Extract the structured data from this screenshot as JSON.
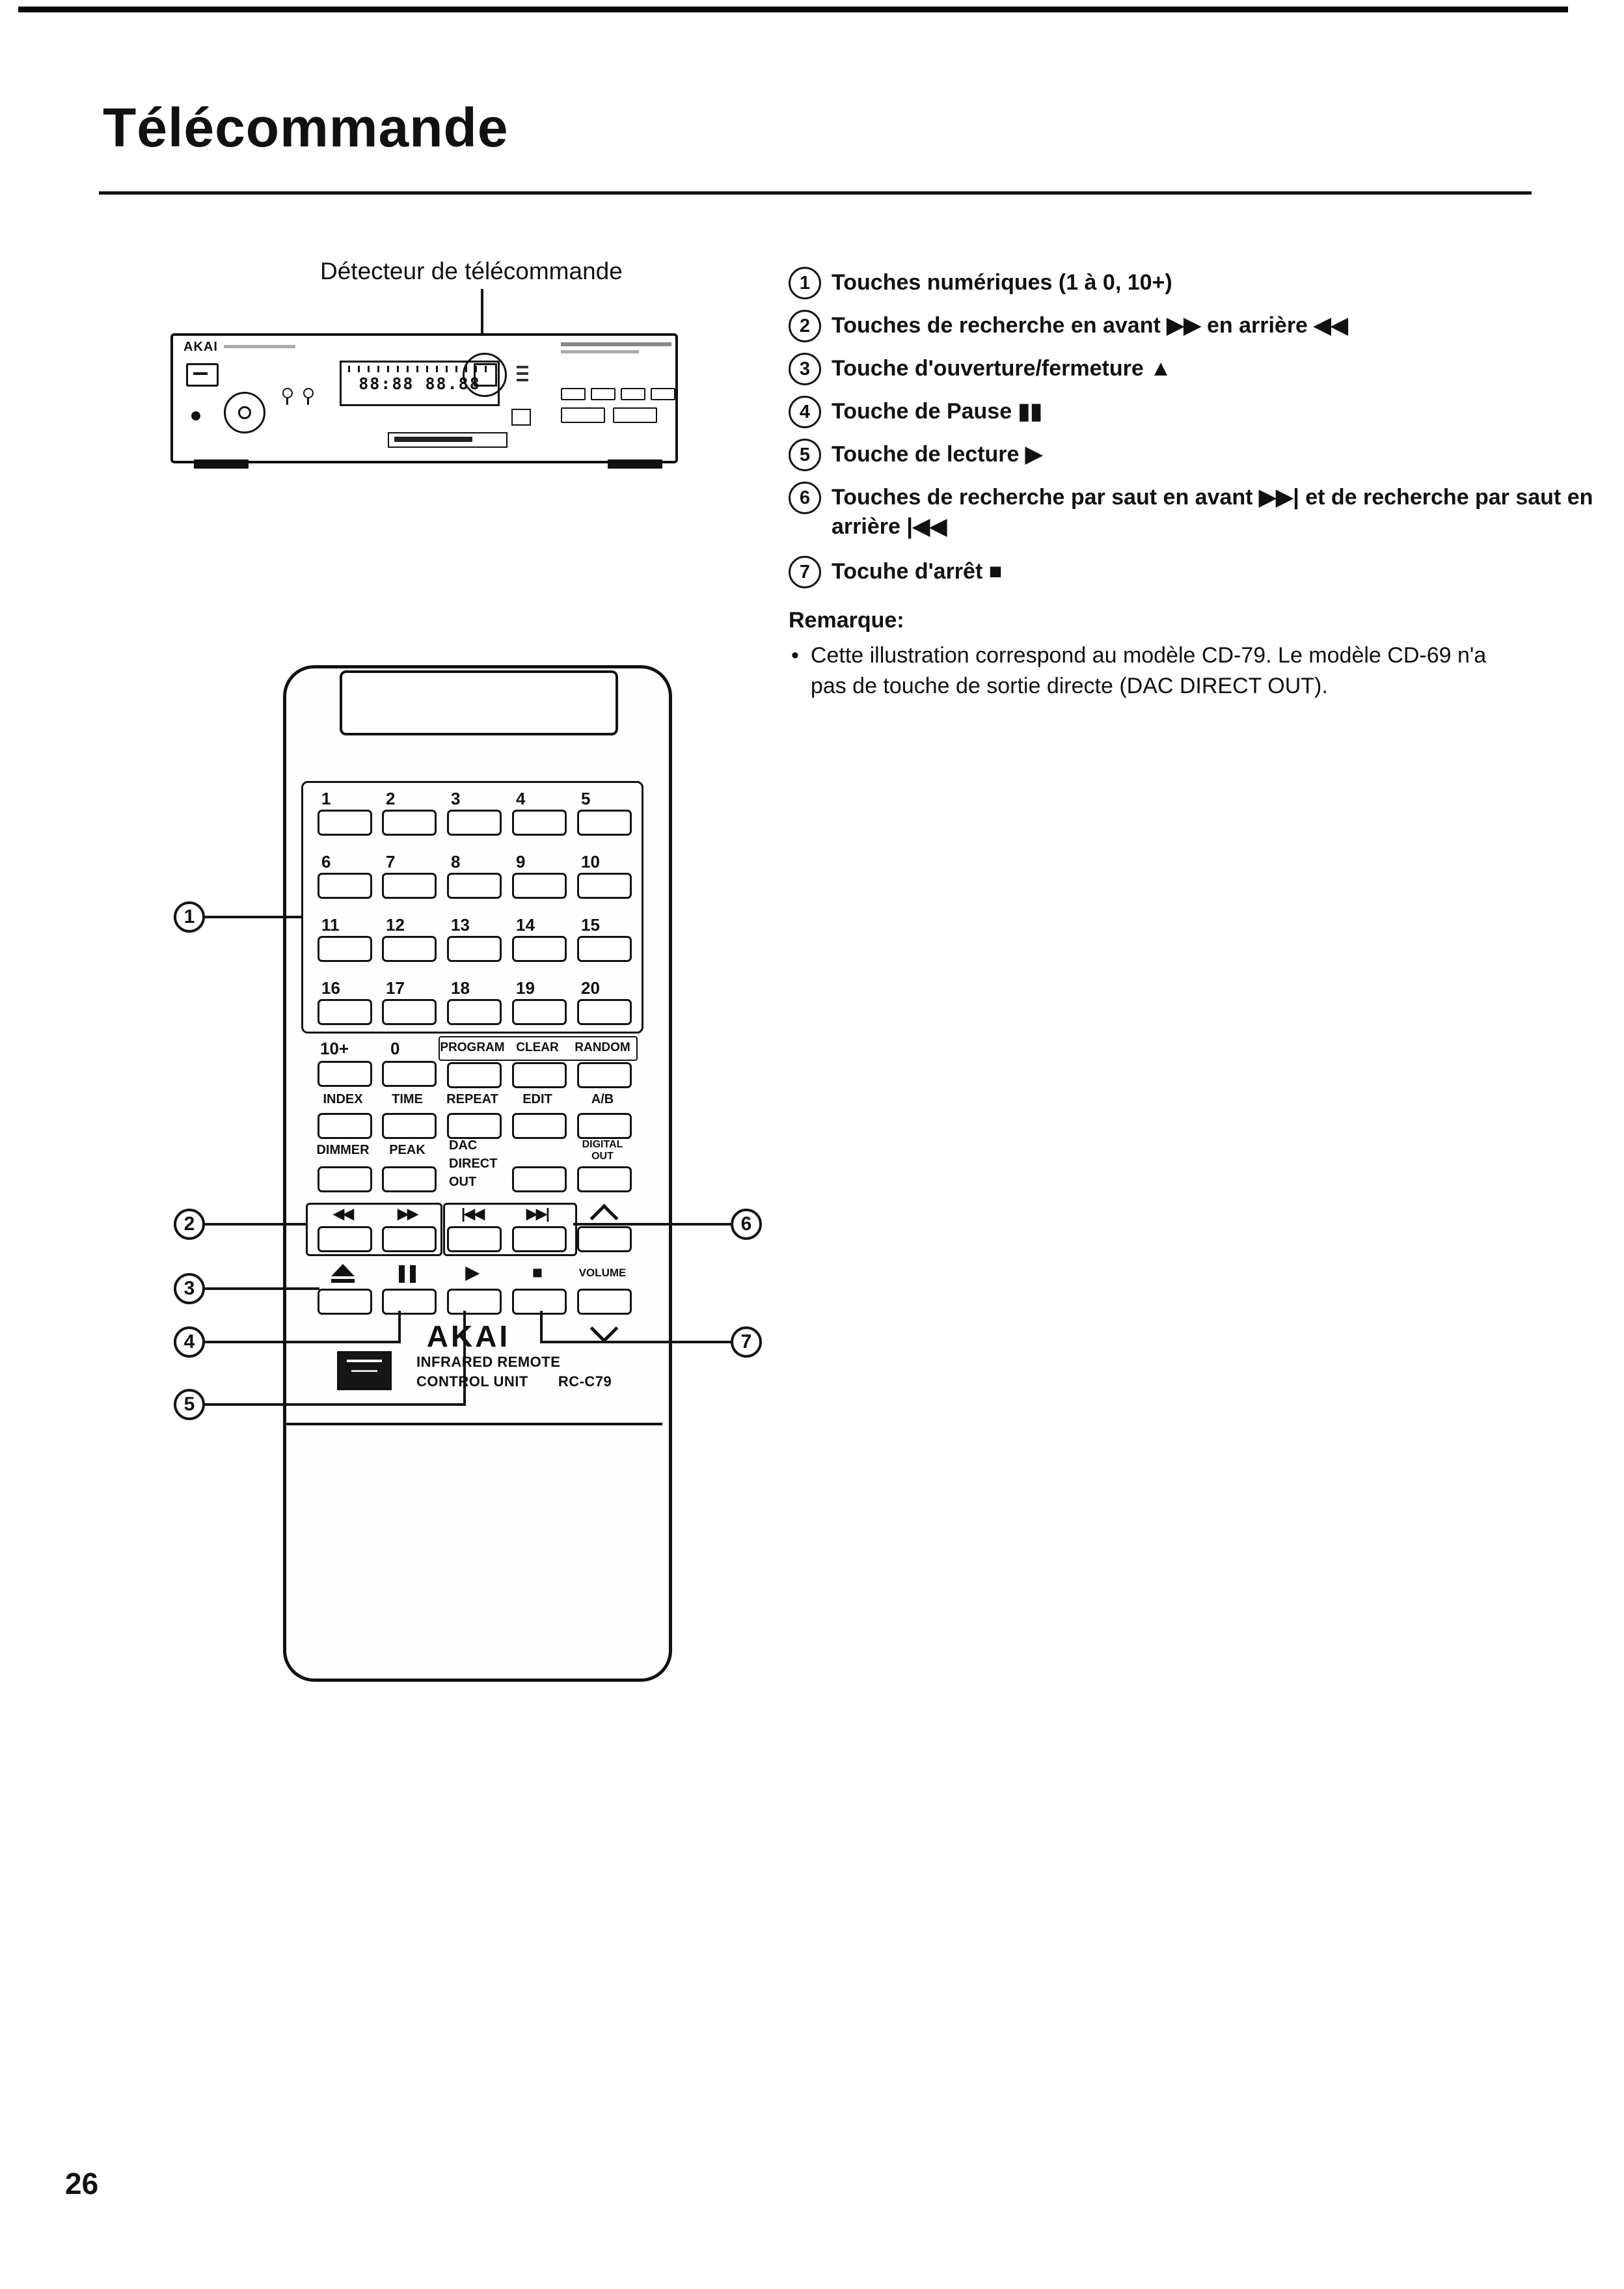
{
  "page": {
    "title": "Télécommande",
    "page_number": "26"
  },
  "device": {
    "sensor_label": "Détecteur de télécommande",
    "brand": "AKAI",
    "display_digits": "88:88 88.88"
  },
  "legend": {
    "items": [
      {
        "num": "1",
        "text": "Touches numériques (1 à 0, 10+)"
      },
      {
        "num": "2",
        "text": "Touches de recherche en avant ▶▶ en arrière ◀◀"
      },
      {
        "num": "3",
        "text": "Touche d'ouverture/fermeture ▲"
      },
      {
        "num": "4",
        "text": "Touche de Pause ▮▮"
      },
      {
        "num": "5",
        "text": "Touche de lecture ▶"
      },
      {
        "num": "6",
        "text": "Touches de recherche par saut en avant ▶▶| et de recherche par saut en arrière |◀◀"
      },
      {
        "num": "7",
        "text": "Tocuhe d'arrêt ■"
      }
    ],
    "note_title": "Remarque:",
    "note_bullet": "•",
    "note_text": "Cette illustration correspond au modèle CD-79. Le modèle CD-69 n'a pas de touche de sortie directe (DAC DIRECT OUT)."
  },
  "remote": {
    "numbers": [
      "1",
      "2",
      "3",
      "4",
      "5",
      "6",
      "7",
      "8",
      "9",
      "10",
      "11",
      "12",
      "13",
      "14",
      "15",
      "16",
      "17",
      "18",
      "19",
      "20"
    ],
    "ten_plus": "10+",
    "zero": "0",
    "program_labels": [
      "PROGRAM",
      "CLEAR",
      "RANDOM"
    ],
    "function_labels": [
      "INDEX",
      "TIME",
      "REPEAT",
      "EDIT",
      "A/B"
    ],
    "dimmer": "DIMMER",
    "peak": "PEAK",
    "dac_lines": [
      "DAC",
      "DIRECT",
      "OUT"
    ],
    "digital_lines": [
      "DIGITAL",
      "OUT"
    ],
    "symbols": {
      "search_back": "◀◀",
      "search_fwd": "▶▶",
      "skip_back": "|◀◀",
      "skip_fwd": "▶▶|",
      "play": "▶",
      "stop": "■"
    },
    "volume_label": "VOLUME",
    "brand": "AKAI",
    "unit_line1": "INFRARED REMOTE",
    "unit_line2": "CONTROL UNIT",
    "model": "RC-C79"
  },
  "callouts": {
    "c1": "1",
    "c2": "2",
    "c3": "3",
    "c4": "4",
    "c5": "5",
    "c6": "6",
    "c7": "7"
  }
}
